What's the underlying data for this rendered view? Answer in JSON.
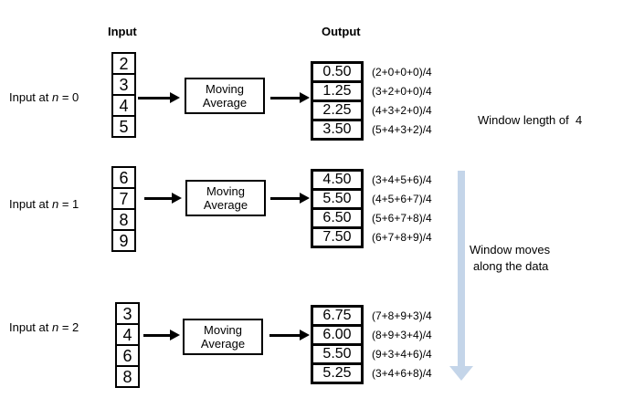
{
  "headers": {
    "input": "Input",
    "output": "Output"
  },
  "rows": [
    {
      "label": {
        "pre": "Input at ",
        "var": "n",
        "post": " = 0"
      },
      "inputs": [
        "2",
        "3",
        "4",
        "5"
      ],
      "box": {
        "line1": "Moving",
        "line2": "Average"
      },
      "outputs": [
        "0.50",
        "1.25",
        "2.25",
        "3.50"
      ],
      "formulas": [
        "(2+0+0+0)/4",
        "(3+2+0+0)/4",
        "(4+3+2+0)/4",
        "(5+4+3+2)/4"
      ]
    },
    {
      "label": {
        "pre": "Input at ",
        "var": "n",
        "post": " = 1"
      },
      "inputs": [
        "6",
        "7",
        "8",
        "9"
      ],
      "box": {
        "line1": "Moving",
        "line2": "Average"
      },
      "outputs": [
        "4.50",
        "5.50",
        "6.50",
        "7.50"
      ],
      "formulas": [
        "(3+4+5+6)/4",
        "(4+5+6+7)/4",
        "(5+6+7+8)/4",
        "(6+7+8+9)/4"
      ]
    },
    {
      "label": {
        "pre": "Input at ",
        "var": "n",
        "post": " = 2"
      },
      "inputs": [
        "3",
        "4",
        "6",
        "8"
      ],
      "box": {
        "line1": "Moving",
        "line2": "Average"
      },
      "outputs": [
        "6.75",
        "6.00",
        "5.50",
        "5.25"
      ],
      "formulas": [
        "(7+8+9+3)/4",
        "(8+9+3+4)/4",
        "(9+3+4+6)/4",
        "(3+4+6+8)/4"
      ]
    }
  ],
  "notes": {
    "window_length": "Window length of  4",
    "window_moves_line1": "Window moves",
    "window_moves_line2": "along the data"
  },
  "colors": {
    "ink": "#000000",
    "arrow_blue": "#c4d5e9"
  }
}
